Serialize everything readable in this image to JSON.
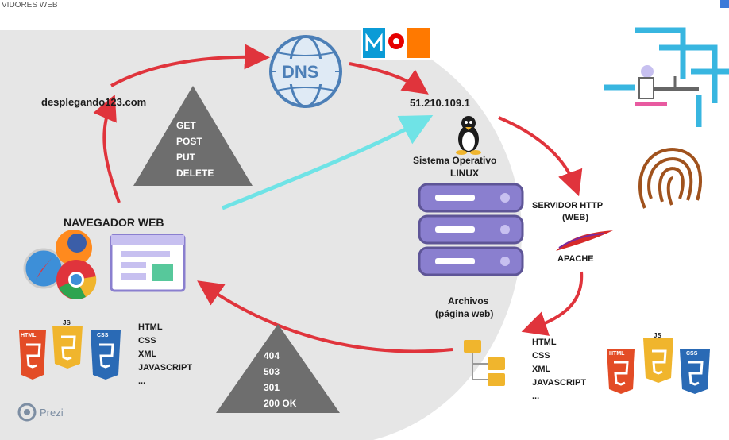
{
  "header": {
    "title": "VIDORES WEB"
  },
  "nodes": {
    "domain": "desplegando123.com",
    "dns": "DNS",
    "ip": "51.210.109.1",
    "os_line1": "Sistema Operativo",
    "os_line2": "LINUX",
    "browser": "NAVEGADOR WEB",
    "http_line1": "SERVIDOR HTTP",
    "http_line2": "(WEB)",
    "apache": "APACHE",
    "files_line1": "Archivos",
    "files_line2": "(página web)"
  },
  "methods": [
    "GET",
    "POST",
    "PUT",
    "DELETE"
  ],
  "status_codes": [
    "404",
    "503",
    "301",
    "200 OK"
  ],
  "client_files": [
    "HTML",
    "CSS",
    "XML",
    "JAVASCRIPT",
    "..."
  ],
  "server_files": [
    "HTML",
    "CSS",
    "XML",
    "JAVASCRIPT",
    "..."
  ],
  "badges": {
    "html": "HTML",
    "js": "JS",
    "css": "CSS"
  },
  "brand": {
    "prezi": "Prezi"
  },
  "colors": {
    "arrow_red": "#e0343c",
    "arrow_cyan": "#6fe3e6",
    "triangle": "#6e6e6e",
    "server": "#8a7fcf",
    "html": "#e34c26",
    "js": "#f0b52d",
    "css": "#2a6ab5"
  }
}
